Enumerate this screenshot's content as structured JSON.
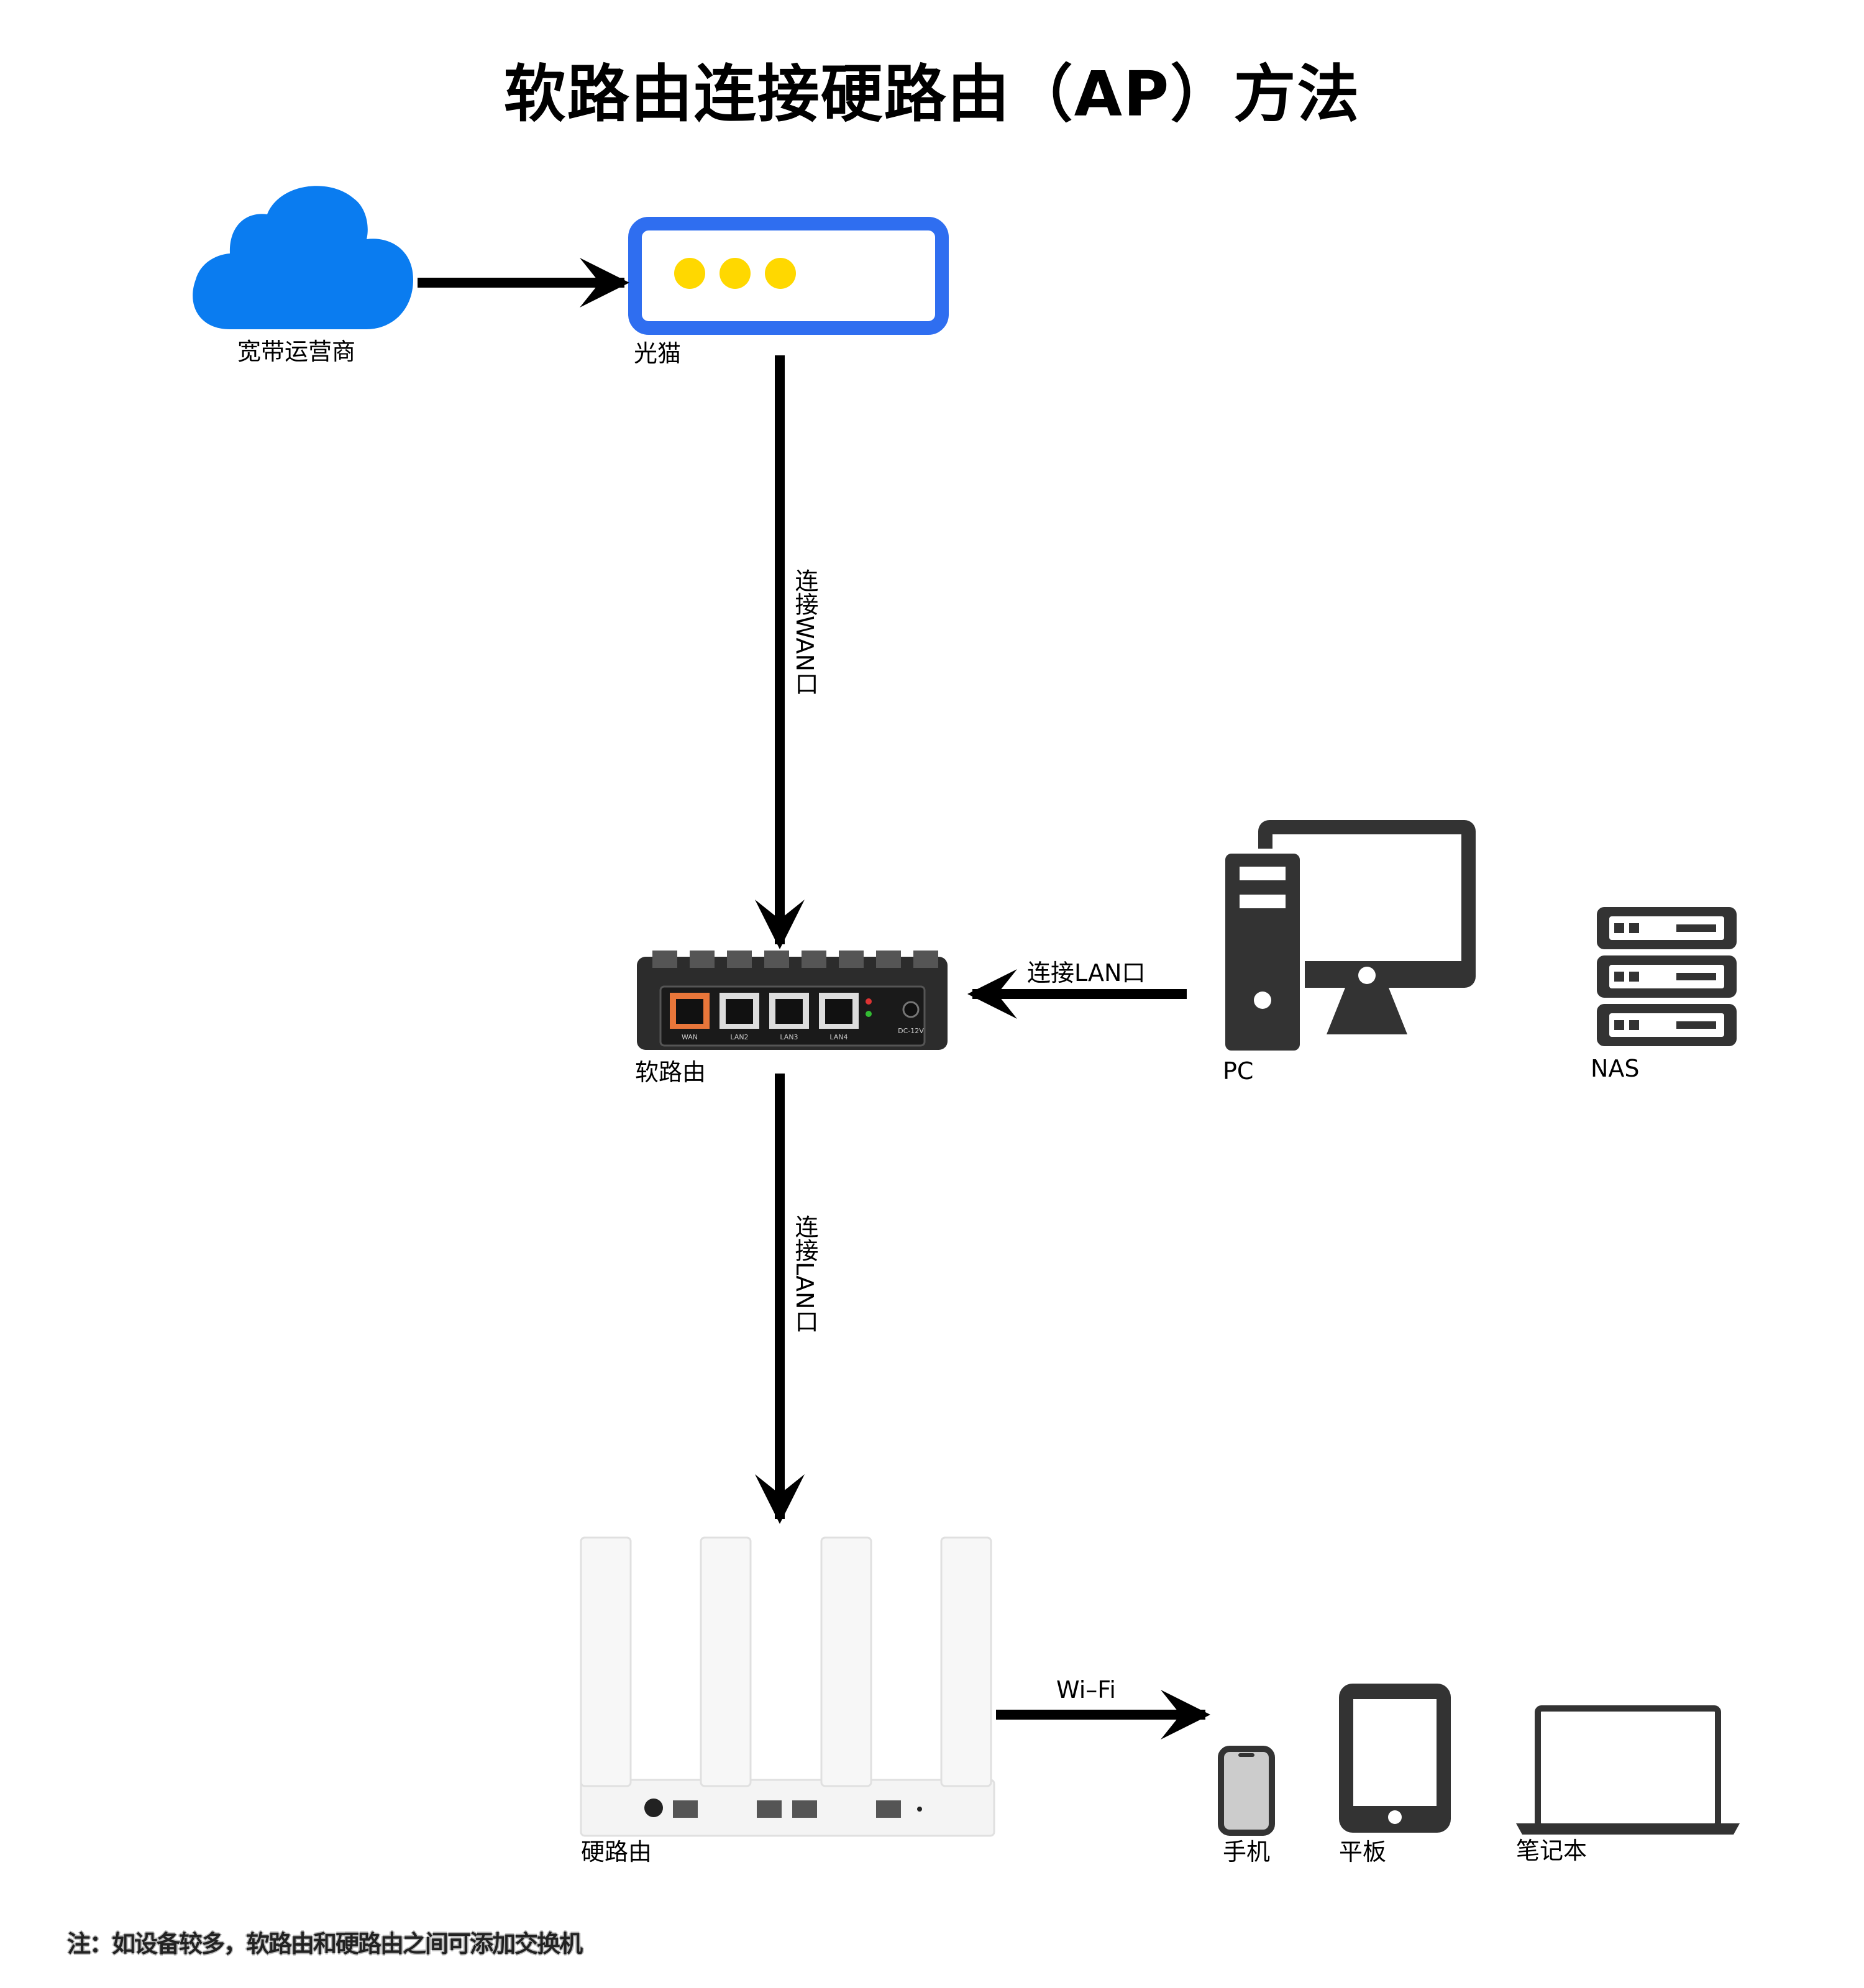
{
  "title": "软路由连接硬路由（AP）方法",
  "nodes": {
    "isp": "宽带运营商",
    "modem": "光猫",
    "soft_router": "软路由",
    "pc": "PC",
    "nas": "NAS",
    "hard_router": "硬路由",
    "phone": "手机",
    "tablet": "平板",
    "laptop": "笔记本"
  },
  "edges": {
    "modem_to_soft": "连接WAN口",
    "pc_to_soft": "连接LAN口",
    "soft_to_hard": "连接LAN口",
    "hard_to_devices": "Wi–Fi"
  },
  "soft_router_ports": [
    "WAN",
    "LAN2",
    "LAN3",
    "LAN4",
    "DC-12V"
  ],
  "note": "注：如设备较多，软路由和硬路由之间可添加交换机",
  "colors": {
    "cloud": "#0a7cf0",
    "modem_border": "#2f6ef0",
    "modem_led": "#ffd800",
    "device_dark": "#333333",
    "wan_port": "#e8763a",
    "arrow": "#000000"
  }
}
